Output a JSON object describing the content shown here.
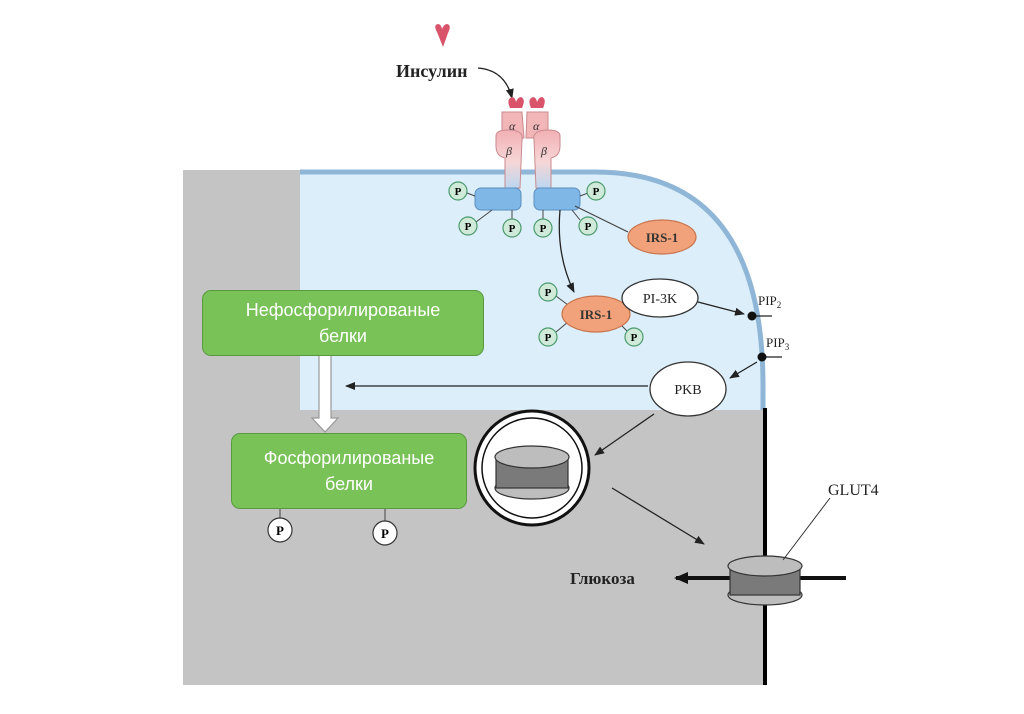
{
  "labels": {
    "insulin": "Инсулин",
    "alpha": "α",
    "beta": "β",
    "p": "P",
    "irs1": "IRS-1",
    "pi3k": "PI-3K",
    "pip2": "PIP",
    "pip2_sub": "2",
    "pip3": "PIP",
    "pip3_sub": "3",
    "pkb": "PKB",
    "glut4": "GLUT4",
    "glucose": "Глюкоза"
  },
  "boxes": {
    "unphosphorylated_line1": "Нефосфорилированые",
    "unphosphorylated_line2": "белки",
    "phosphorylated_line1": "Фосфорилированые",
    "phosphorylated_line2": "белки"
  },
  "colors": {
    "cell_gray": "#c4c4c4",
    "cytoplasm_blue": "#dbeefa",
    "membrane_blue": "#8fb6d6",
    "box_green": "#78c257",
    "irs_orange": "#f2a27a",
    "insulin_red": "#d9536a",
    "receptor_pink": "#f2b5b8",
    "receptor_blue": "#7fb7e6",
    "p_green": "#cfead8"
  }
}
